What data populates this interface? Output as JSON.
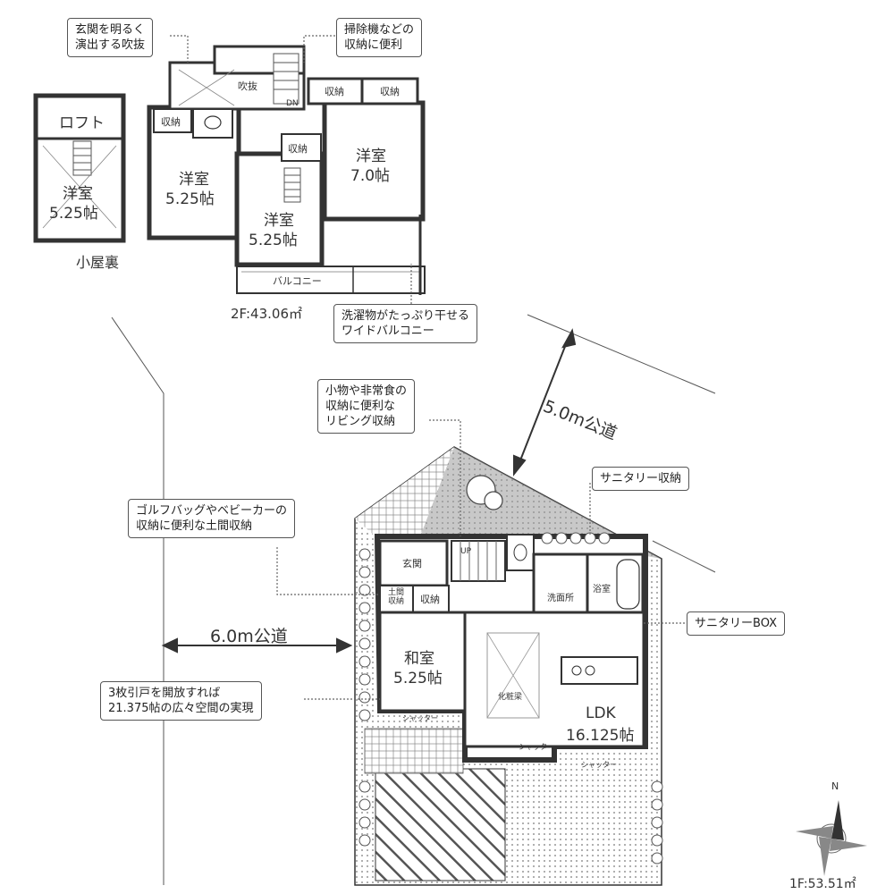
{
  "floor2": {
    "loft_title": "ロフト",
    "loft_room": "洋室",
    "loft_size": "5.25帖",
    "attic_label": "小屋裏",
    "fukinuke": "吹抜",
    "storage": "収納",
    "dn": "DN",
    "room_a": "洋室",
    "room_a_size": "5.25帖",
    "room_b": "洋室",
    "room_b_size": "5.25帖",
    "room_c": "洋室",
    "room_c_size": "7.0帖",
    "balcony": "バルコニー",
    "area": "2F:43.06㎡"
  },
  "floor1": {
    "genkan": "玄関",
    "up": "UP",
    "doma_storage": "土間\n収納",
    "storage": "収納",
    "washroom": "洗面所",
    "bath": "浴室",
    "washitsu": "和室",
    "washitsu_size": "5.25帖",
    "ldk": "LDK",
    "ldk_size": "16.125帖",
    "shutter": "シャッター",
    "kesho": "化粧梁",
    "area": "1F:53.51㎡"
  },
  "callouts": {
    "fukinuke_note": "玄関を明るく\n演出する吹抜",
    "cleaner_note": "掃除機などの\n収納に便利",
    "balcony_note": "洗濯物がたっぷり干せる\nワイドバルコニー",
    "living_storage_note": "小物や非常食の\n収納に便利な\nリビング収納",
    "golf_note": "ゴルフバッグやベビーカーの\n収納に便利な土間収納",
    "sanitary_storage": "サニタリー収納",
    "sanitary_box": "サニタリーBOX",
    "sliding_note": "3枚引戸を開放すれば\n21.375帖の広々空間の実現"
  },
  "roads": {
    "north": "5.0m公道",
    "west": "6.0m公道"
  },
  "compass": {
    "north": "N"
  }
}
